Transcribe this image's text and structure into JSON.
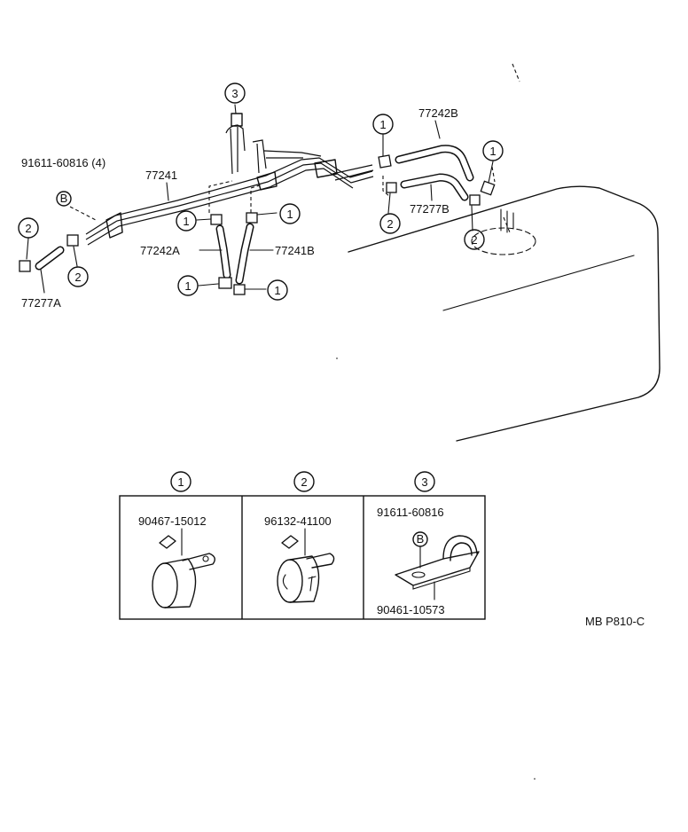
{
  "diagram_labels": {
    "bolt_spec": "91611-60816 (4)",
    "main_tube": "77241",
    "hose_right_upper": "77242B",
    "hose_right_lower": "77277B",
    "hose_center_left": "77242A",
    "hose_center_right": "77241B",
    "hose_far_left": "77277A"
  },
  "callout_numbers": {
    "one": "1",
    "two": "2",
    "three": "3",
    "bolt_letter": "B"
  },
  "legend": {
    "clip_1_part": "90467-15012",
    "clip_2_part": "96132-41100",
    "clamp_3_bolt": "91611-60816",
    "clamp_3_part": "90461-10573"
  },
  "drawing_code": "MB P810-C"
}
